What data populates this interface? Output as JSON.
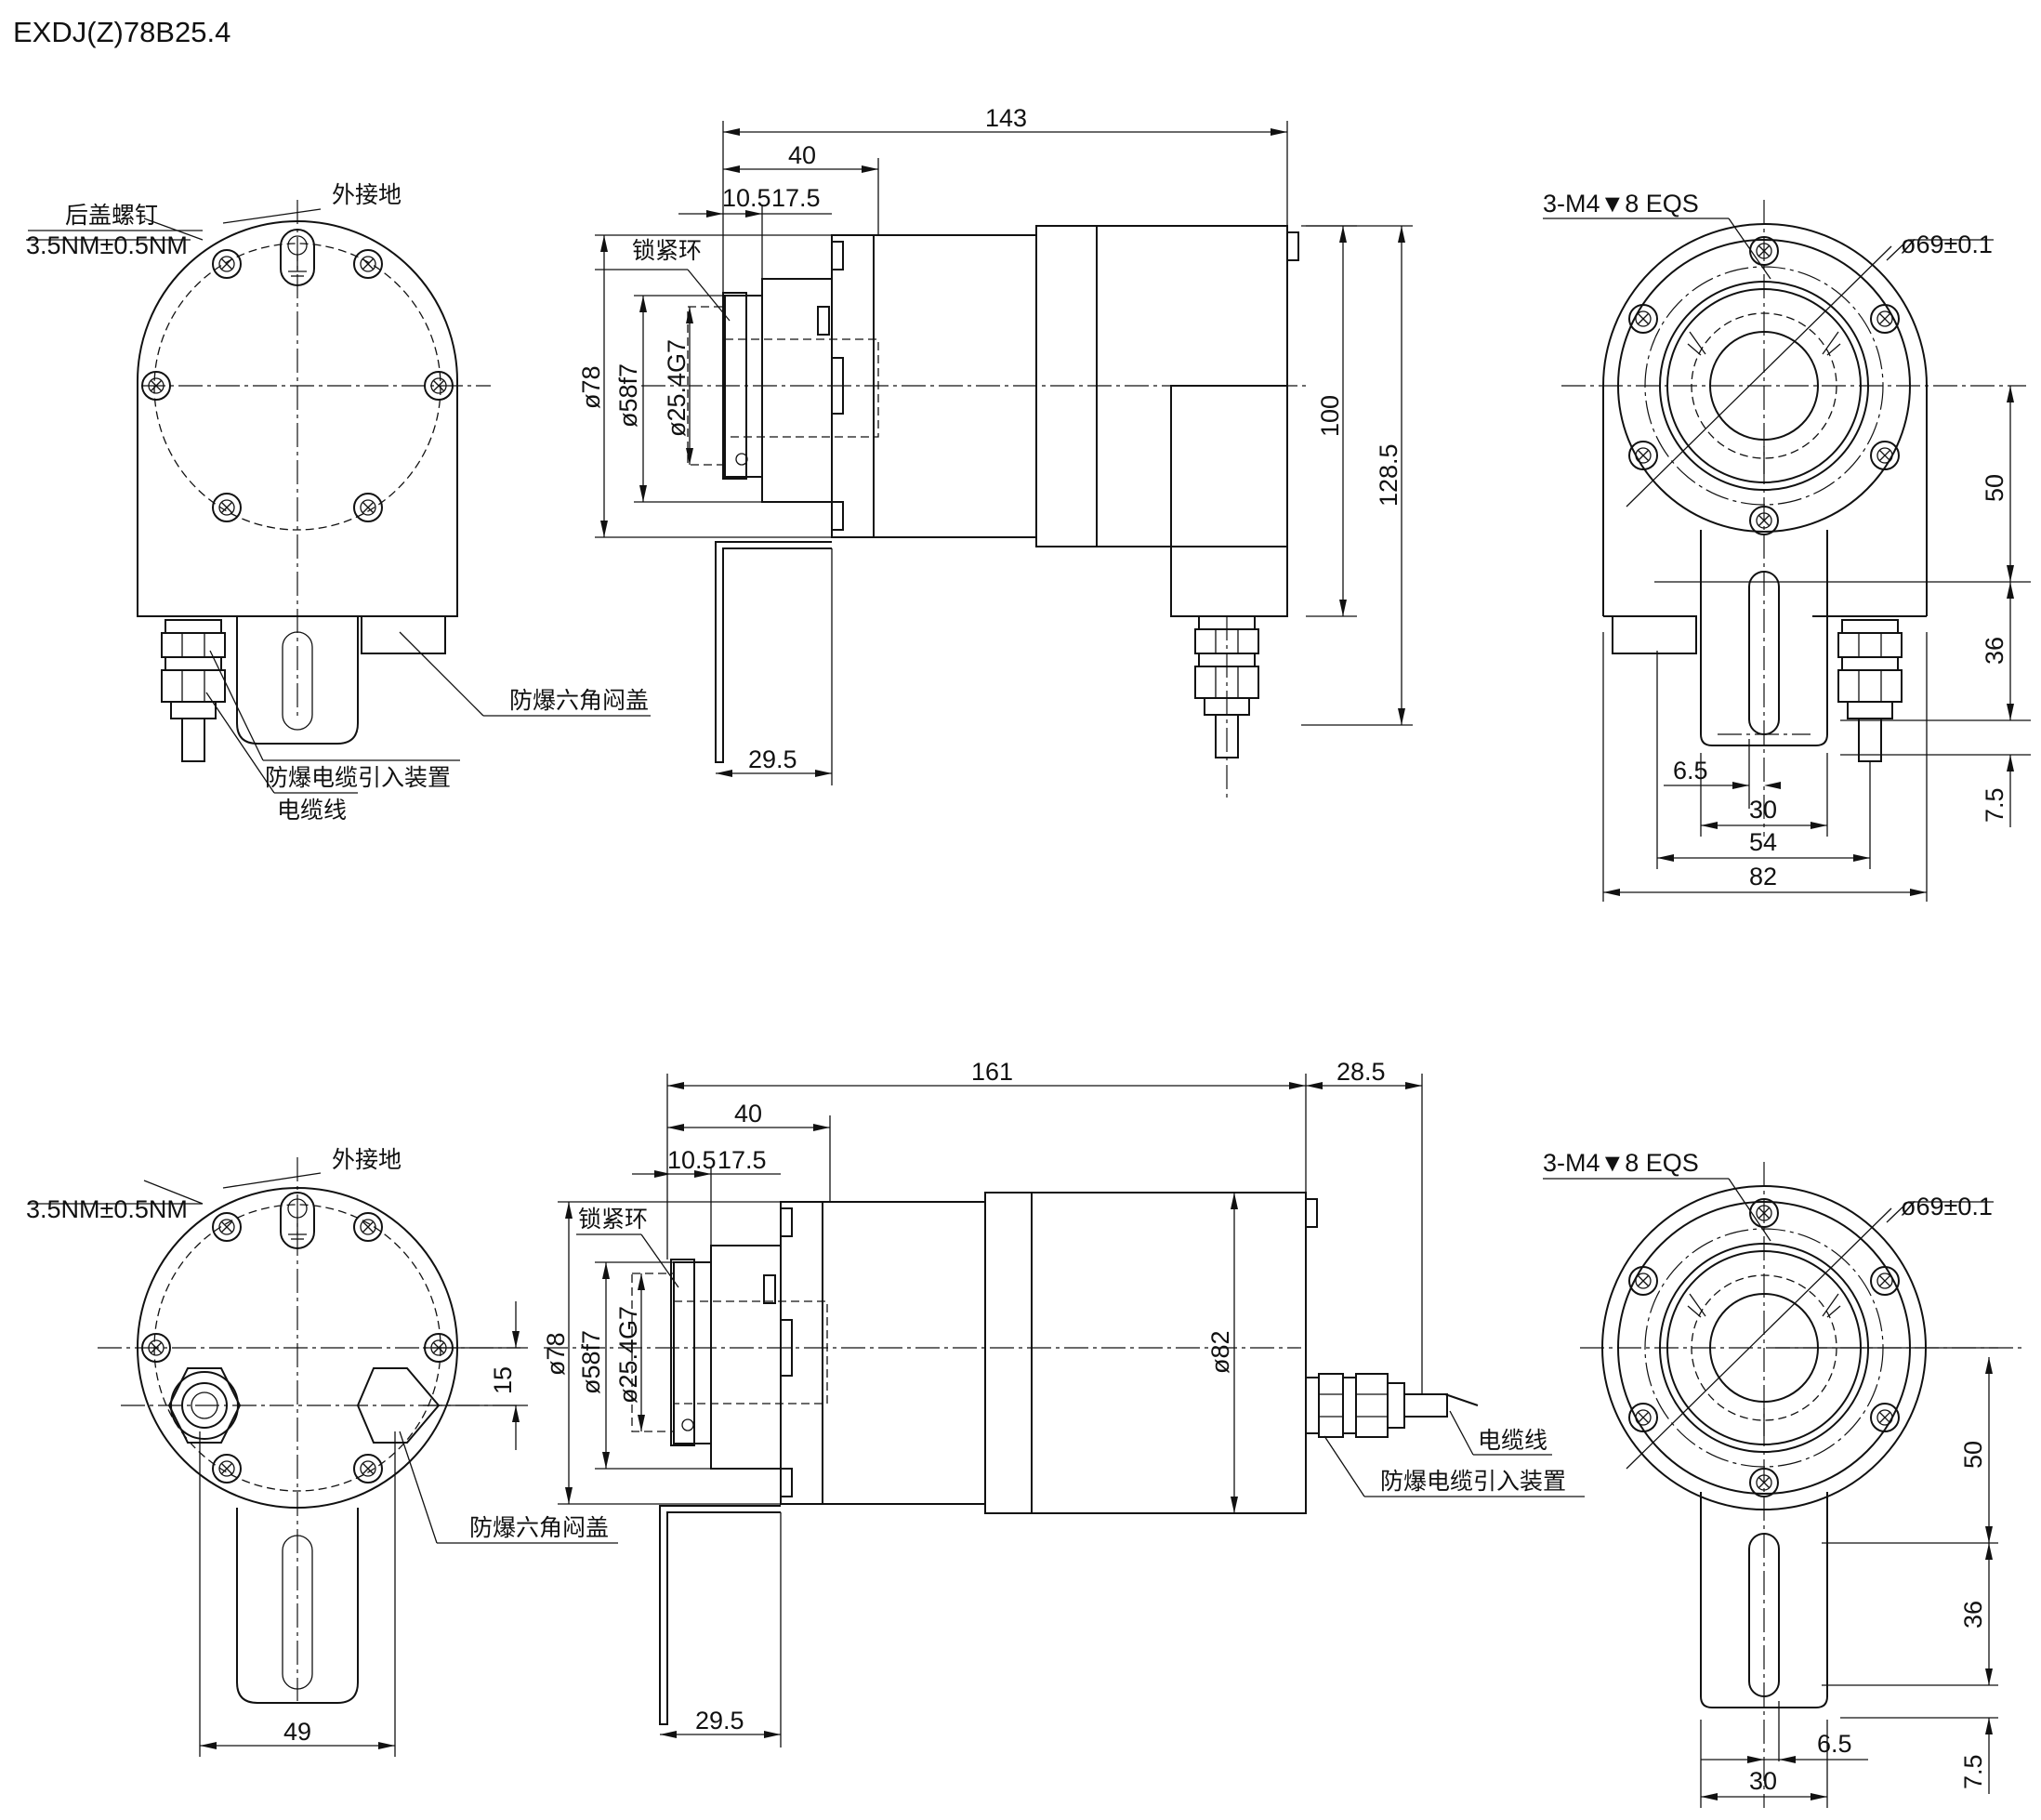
{
  "title": "EXDJ(Z)78B25.4",
  "top": {
    "front": {
      "screw_label": "后盖螺钉",
      "torque": "3.5NM±0.5NM",
      "ground": "外接地",
      "plug": "防爆六角闷盖",
      "gland": "防爆电缆引入装置",
      "cable": "电缆线"
    },
    "side": {
      "overall": "143",
      "flange": "40",
      "d1": "10.5",
      "d2": "17.5",
      "lock_ring": "锁紧环",
      "dia_outer": "ø78",
      "dia_spigot": "ø58f7",
      "dia_bore": "ø25.4G7",
      "height_100": "100",
      "height_128": "128.5",
      "bracket": "29.5"
    },
    "rear": {
      "thread": "3-M4▼8 EQS",
      "pcd": "ø69±0.1",
      "v50": "50",
      "v36": "36",
      "v75": "7.5",
      "h65": "6.5",
      "h30": "30",
      "h54": "54",
      "h82": "82"
    }
  },
  "bottom": {
    "front": {
      "torque": "3.5NM±0.5NM",
      "ground": "外接地",
      "offset": "15",
      "plug": "防爆六角闷盖",
      "width": "49"
    },
    "side": {
      "overall": "161",
      "ext": "28.5",
      "flange": "40",
      "d1": "10.5",
      "d2": "17.5",
      "lock_ring": "锁紧环",
      "dia_outer": "ø78",
      "dia_spigot": "ø58f7",
      "dia_bore": "ø25.4G7",
      "dia_body": "ø82",
      "cable": "电缆线",
      "gland": "防爆电缆引入装置",
      "bracket": "29.5"
    },
    "rear": {
      "thread": "3-M4▼8 EQS",
      "pcd": "ø69±0.1",
      "v50": "50",
      "v36": "36",
      "v75": "7.5",
      "h65": "6.5",
      "h30": "30"
    }
  }
}
